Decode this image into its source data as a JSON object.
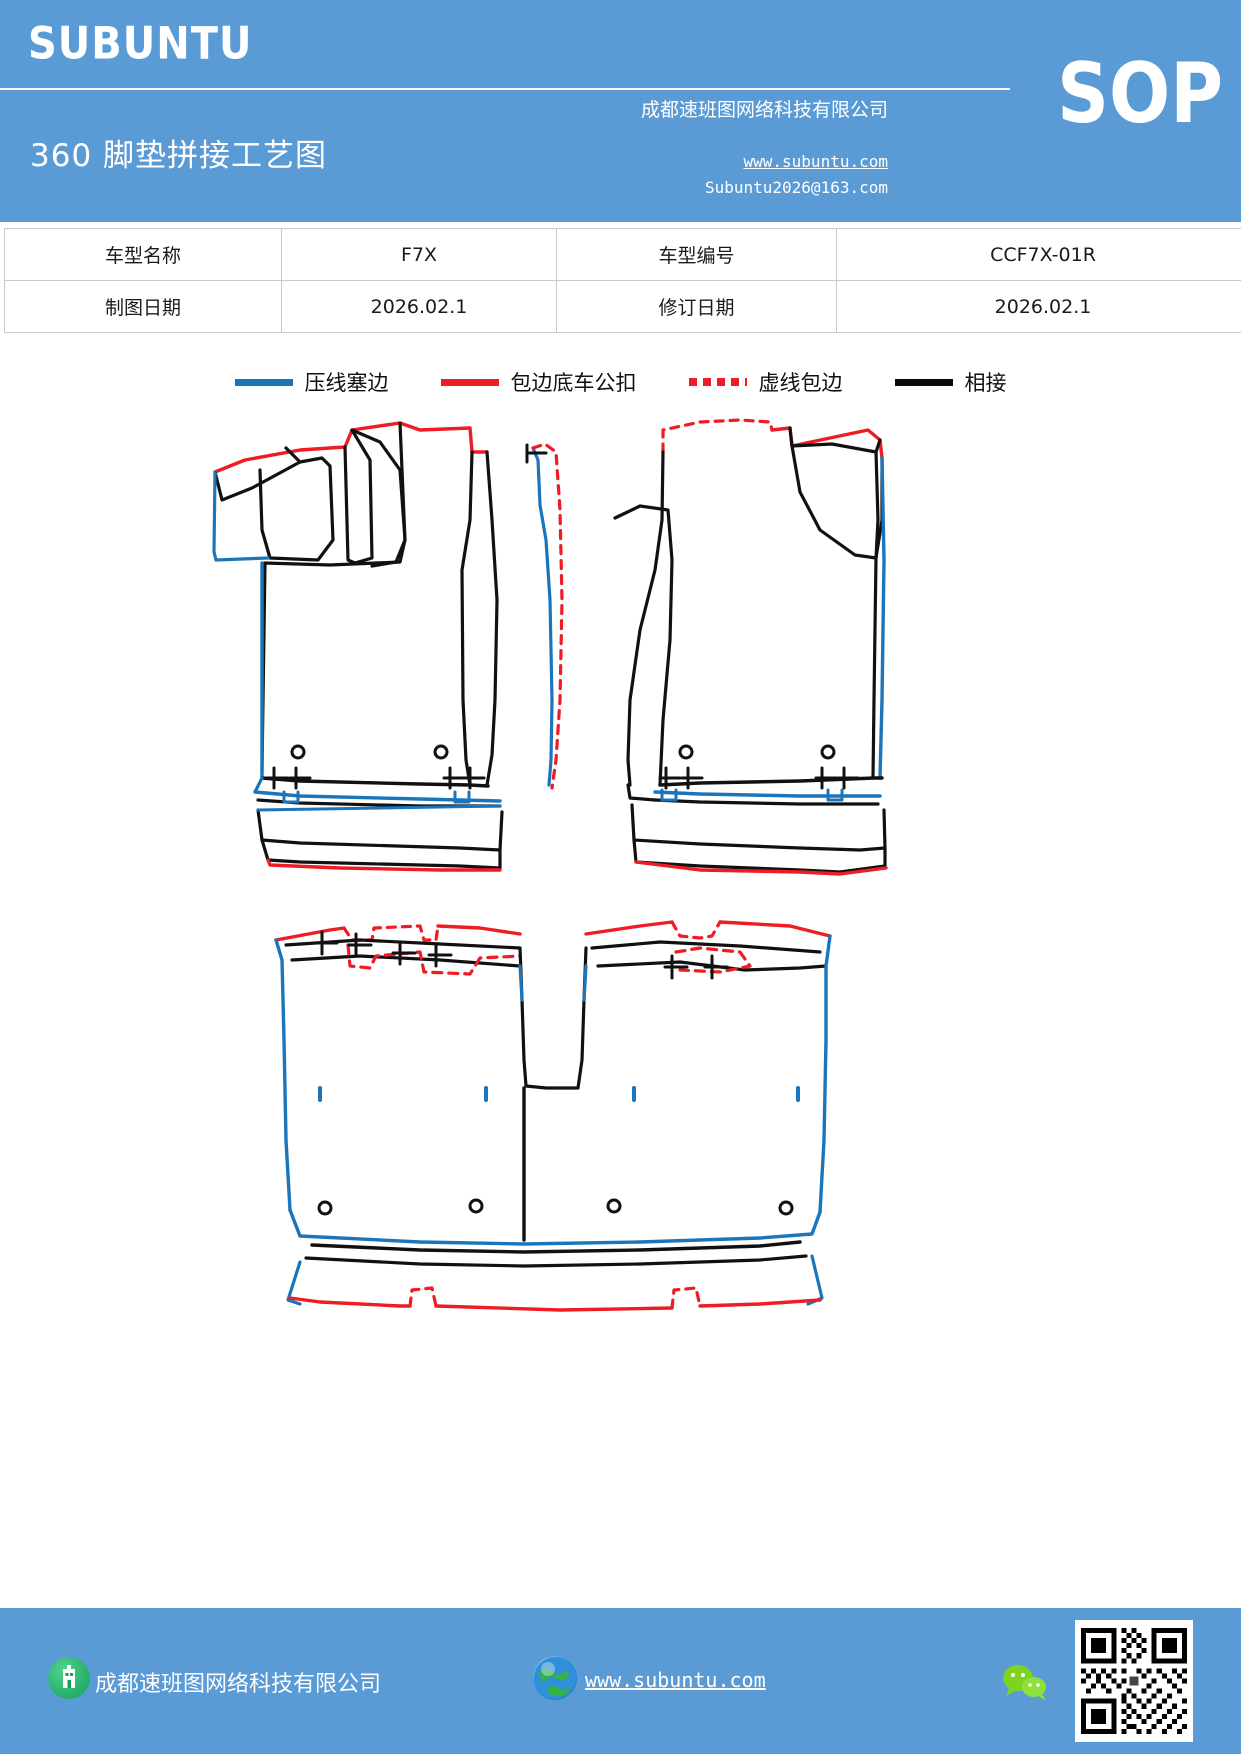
{
  "header": {
    "brand": "SUBUNTU",
    "doc_type": "SOP",
    "title": "360 脚垫拼接工艺图",
    "company": "成都速班图网络科技有限公司",
    "website": "www.subuntu.com",
    "email": "Subuntu2026@163.com",
    "bg_color": "#5b9bd5"
  },
  "info_table": {
    "rows": [
      {
        "label1": "车型名称",
        "value1": "F7X",
        "label2": "车型编号",
        "value2": "CCF7X-01R"
      },
      {
        "label1": "制图日期",
        "value1": "2026.02.1",
        "label2": "修订日期",
        "value2": "2026.02.1"
      }
    ]
  },
  "legend": {
    "items": [
      {
        "label": "压线塞边",
        "style": "solid",
        "color": "#1b75bb",
        "name": "press-line-tuck-edge"
      },
      {
        "label": "包边底车公扣",
        "style": "solid",
        "color": "#ee1c25",
        "name": "bound-edge-bottom-male-buckle"
      },
      {
        "label": "虚线包边",
        "style": "dashed",
        "color": "#ee1c25",
        "name": "dashed-bound-edge"
      },
      {
        "label": "相接",
        "style": "solid",
        "color": "#0a0a0a",
        "name": "joint"
      }
    ]
  },
  "drawing": {
    "title": "360 脚垫拼接工艺图",
    "pieces": [
      {
        "name": "front-left-mat",
        "position": "top-left"
      },
      {
        "name": "front-right-mat",
        "position": "top-right"
      },
      {
        "name": "rear-mat",
        "position": "bottom-center"
      }
    ]
  },
  "footer": {
    "company": "成都速班图网络科技有限公司",
    "website": "www.subuntu.com",
    "building_icon": "building-icon",
    "globe_icon": "globe-icon",
    "wechat_icon": "wechat-icon",
    "qr_icon": "qr-code"
  }
}
